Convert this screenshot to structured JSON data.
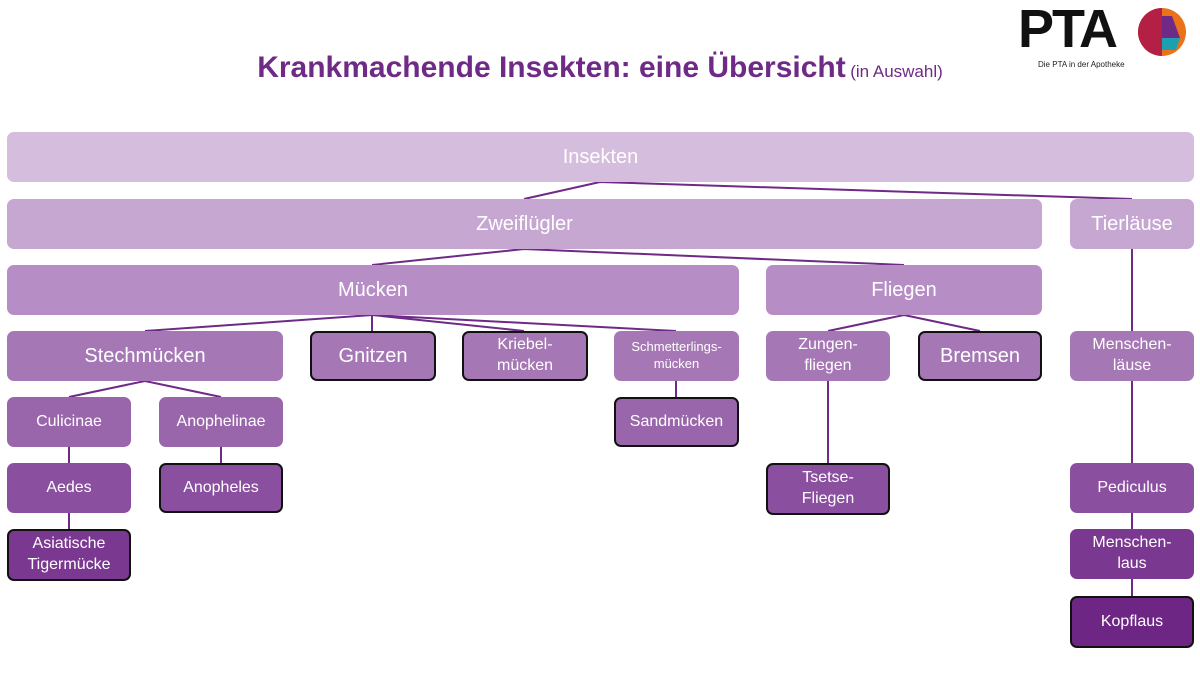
{
  "title": {
    "main": "Krankmachende Insekten: eine Übersicht",
    "sub": "(in Auswahl)"
  },
  "logo": {
    "text": "PTA",
    "tagline": "Die PTA in der Apotheke"
  },
  "colors": {
    "title": "#6e2a86",
    "accent": "#6d2683"
  },
  "nodes": {
    "insekten": "Insekten",
    "zweifluegler": "Zweiflügler",
    "tierlaeuse": "Tierläuse",
    "muecken": "Mücken",
    "fliegen": "Fliegen",
    "stechmuecken": "Stechmücken",
    "gnitzen": "Gnitzen",
    "kriebelmuecken": "Kriebel-\nmücken",
    "schmetterlingsmuecken": "Schmetterlings-\nmücken",
    "zungenfliegen": "Zungen-\nfliegen",
    "bremsen": "Bremsen",
    "menschenlaeuse": "Menschen-\nläuse",
    "culicinae": "Culicinae",
    "anophelinae": "Anophelinae",
    "sandmuecken": "Sandmücken",
    "aedes": "Aedes",
    "anopheles": "Anopheles",
    "tsetse": "Tsetse-\nFliegen",
    "pediculus": "Pediculus",
    "tigermuecke": "Asiatische\nTigermücke",
    "menschenlaus": "Menschen-\nlaus",
    "kopflaus": "Kopflaus"
  }
}
